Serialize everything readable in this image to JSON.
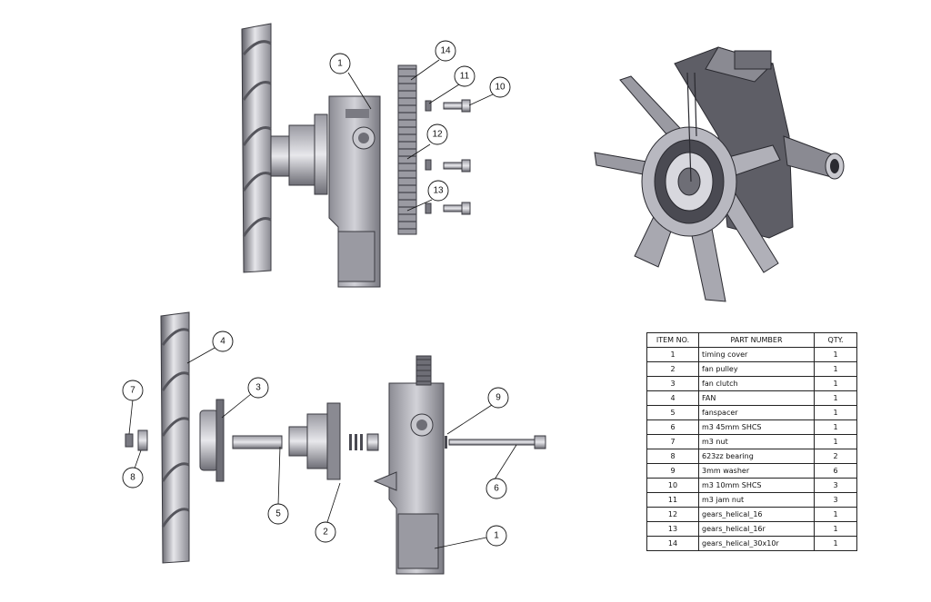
{
  "views": {
    "top_exploded": {
      "callouts": [
        "1",
        "14",
        "11",
        "10",
        "12",
        "13"
      ]
    },
    "bottom_exploded": {
      "callouts": [
        "4",
        "3",
        "7",
        "8",
        "9",
        "5",
        "2",
        "6",
        "1"
      ]
    },
    "isometric": {}
  },
  "bom": {
    "headers": {
      "item": "ITEM NO.",
      "part": "PART NUMBER",
      "qty": "QTY."
    },
    "rows": [
      {
        "item": "1",
        "part": "timing cover",
        "qty": "1"
      },
      {
        "item": "2",
        "part": "fan pulley",
        "qty": "1"
      },
      {
        "item": "3",
        "part": "fan clutch",
        "qty": "1"
      },
      {
        "item": "4",
        "part": "FAN",
        "qty": "1"
      },
      {
        "item": "5",
        "part": "fanspacer",
        "qty": "1"
      },
      {
        "item": "6",
        "part": "m3 45mm SHCS",
        "qty": "1"
      },
      {
        "item": "7",
        "part": "m3 nut",
        "qty": "1"
      },
      {
        "item": "8",
        "part": "623zz bearing",
        "qty": "2"
      },
      {
        "item": "9",
        "part": "3mm washer",
        "qty": "6"
      },
      {
        "item": "10",
        "part": "m3 10mm SHCS",
        "qty": "3"
      },
      {
        "item": "11",
        "part": "m3 jam nut",
        "qty": "3"
      },
      {
        "item": "12",
        "part": "gears_helical_16",
        "qty": "1"
      },
      {
        "item": "13",
        "part": "gears_helical_16r",
        "qty": "1"
      },
      {
        "item": "14",
        "part": "gears_helical_30x10r",
        "qty": "1"
      }
    ]
  },
  "colors": {
    "part_fill": "#c9c9cd",
    "part_dark": "#7b7b82",
    "part_edge": "#3a3a40",
    "line": "#111111"
  }
}
